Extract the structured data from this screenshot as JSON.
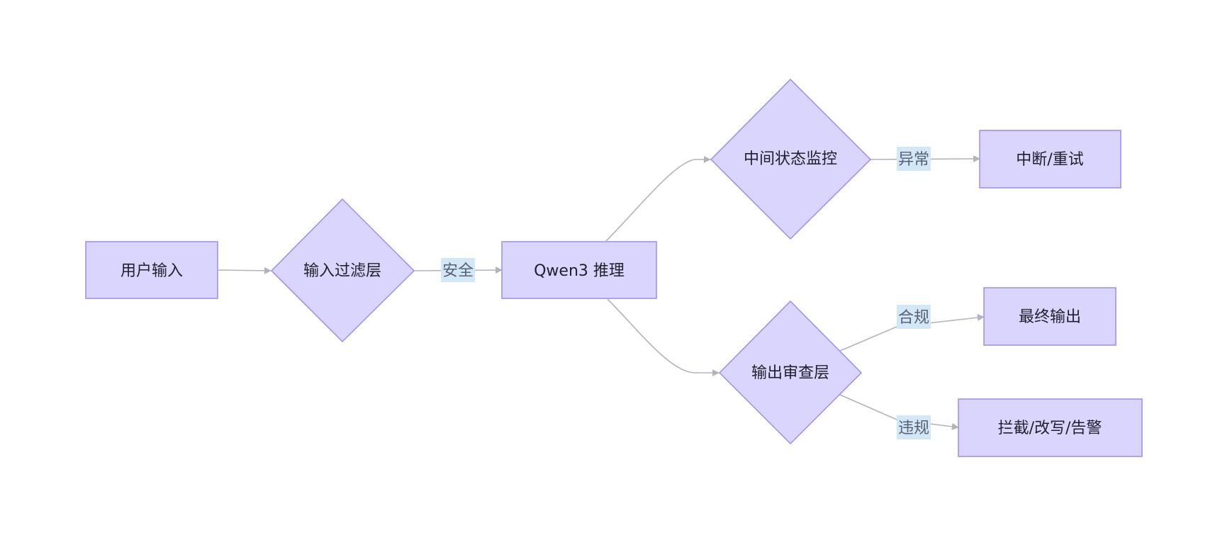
{
  "diagram": {
    "nodes": {
      "user_input": "用户输入",
      "input_filter": "输入过滤层",
      "qwen3": "Qwen3 推理",
      "state_monitor": "中间状态监控",
      "output_review": "输出审查层",
      "interrupt_retry": "中断/重试",
      "final_output": "最终输出",
      "block_rewrite_alert": "拦截/改写/告警"
    },
    "edges": {
      "safe": "安全",
      "abnormal": "异常",
      "compliant": "合规",
      "violation": "违规"
    },
    "colors": {
      "node_fill": "#dad5fc",
      "node_stroke": "#9b8cf2",
      "edge": "#b3b3bd",
      "label_bg": "#d2e8f9"
    }
  }
}
